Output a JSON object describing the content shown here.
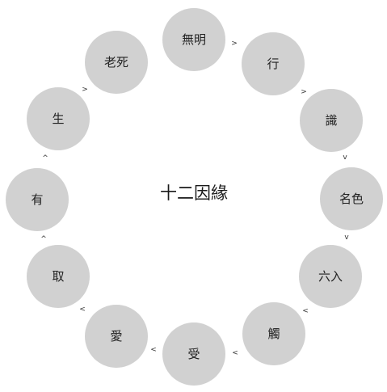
{
  "title": "十二因緣",
  "nodes": [
    {
      "label": "無明"
    },
    {
      "label": "行"
    },
    {
      "label": "識"
    },
    {
      "label": "名色"
    },
    {
      "label": "六入"
    },
    {
      "label": "觸"
    },
    {
      "label": "受"
    },
    {
      "label": "愛"
    },
    {
      "label": "取"
    },
    {
      "label": "有"
    },
    {
      "label": "生"
    },
    {
      "label": "老死"
    }
  ],
  "colors": {
    "node_fill": "#d1d1d1",
    "text": "#222222",
    "arrow": "#333333"
  }
}
